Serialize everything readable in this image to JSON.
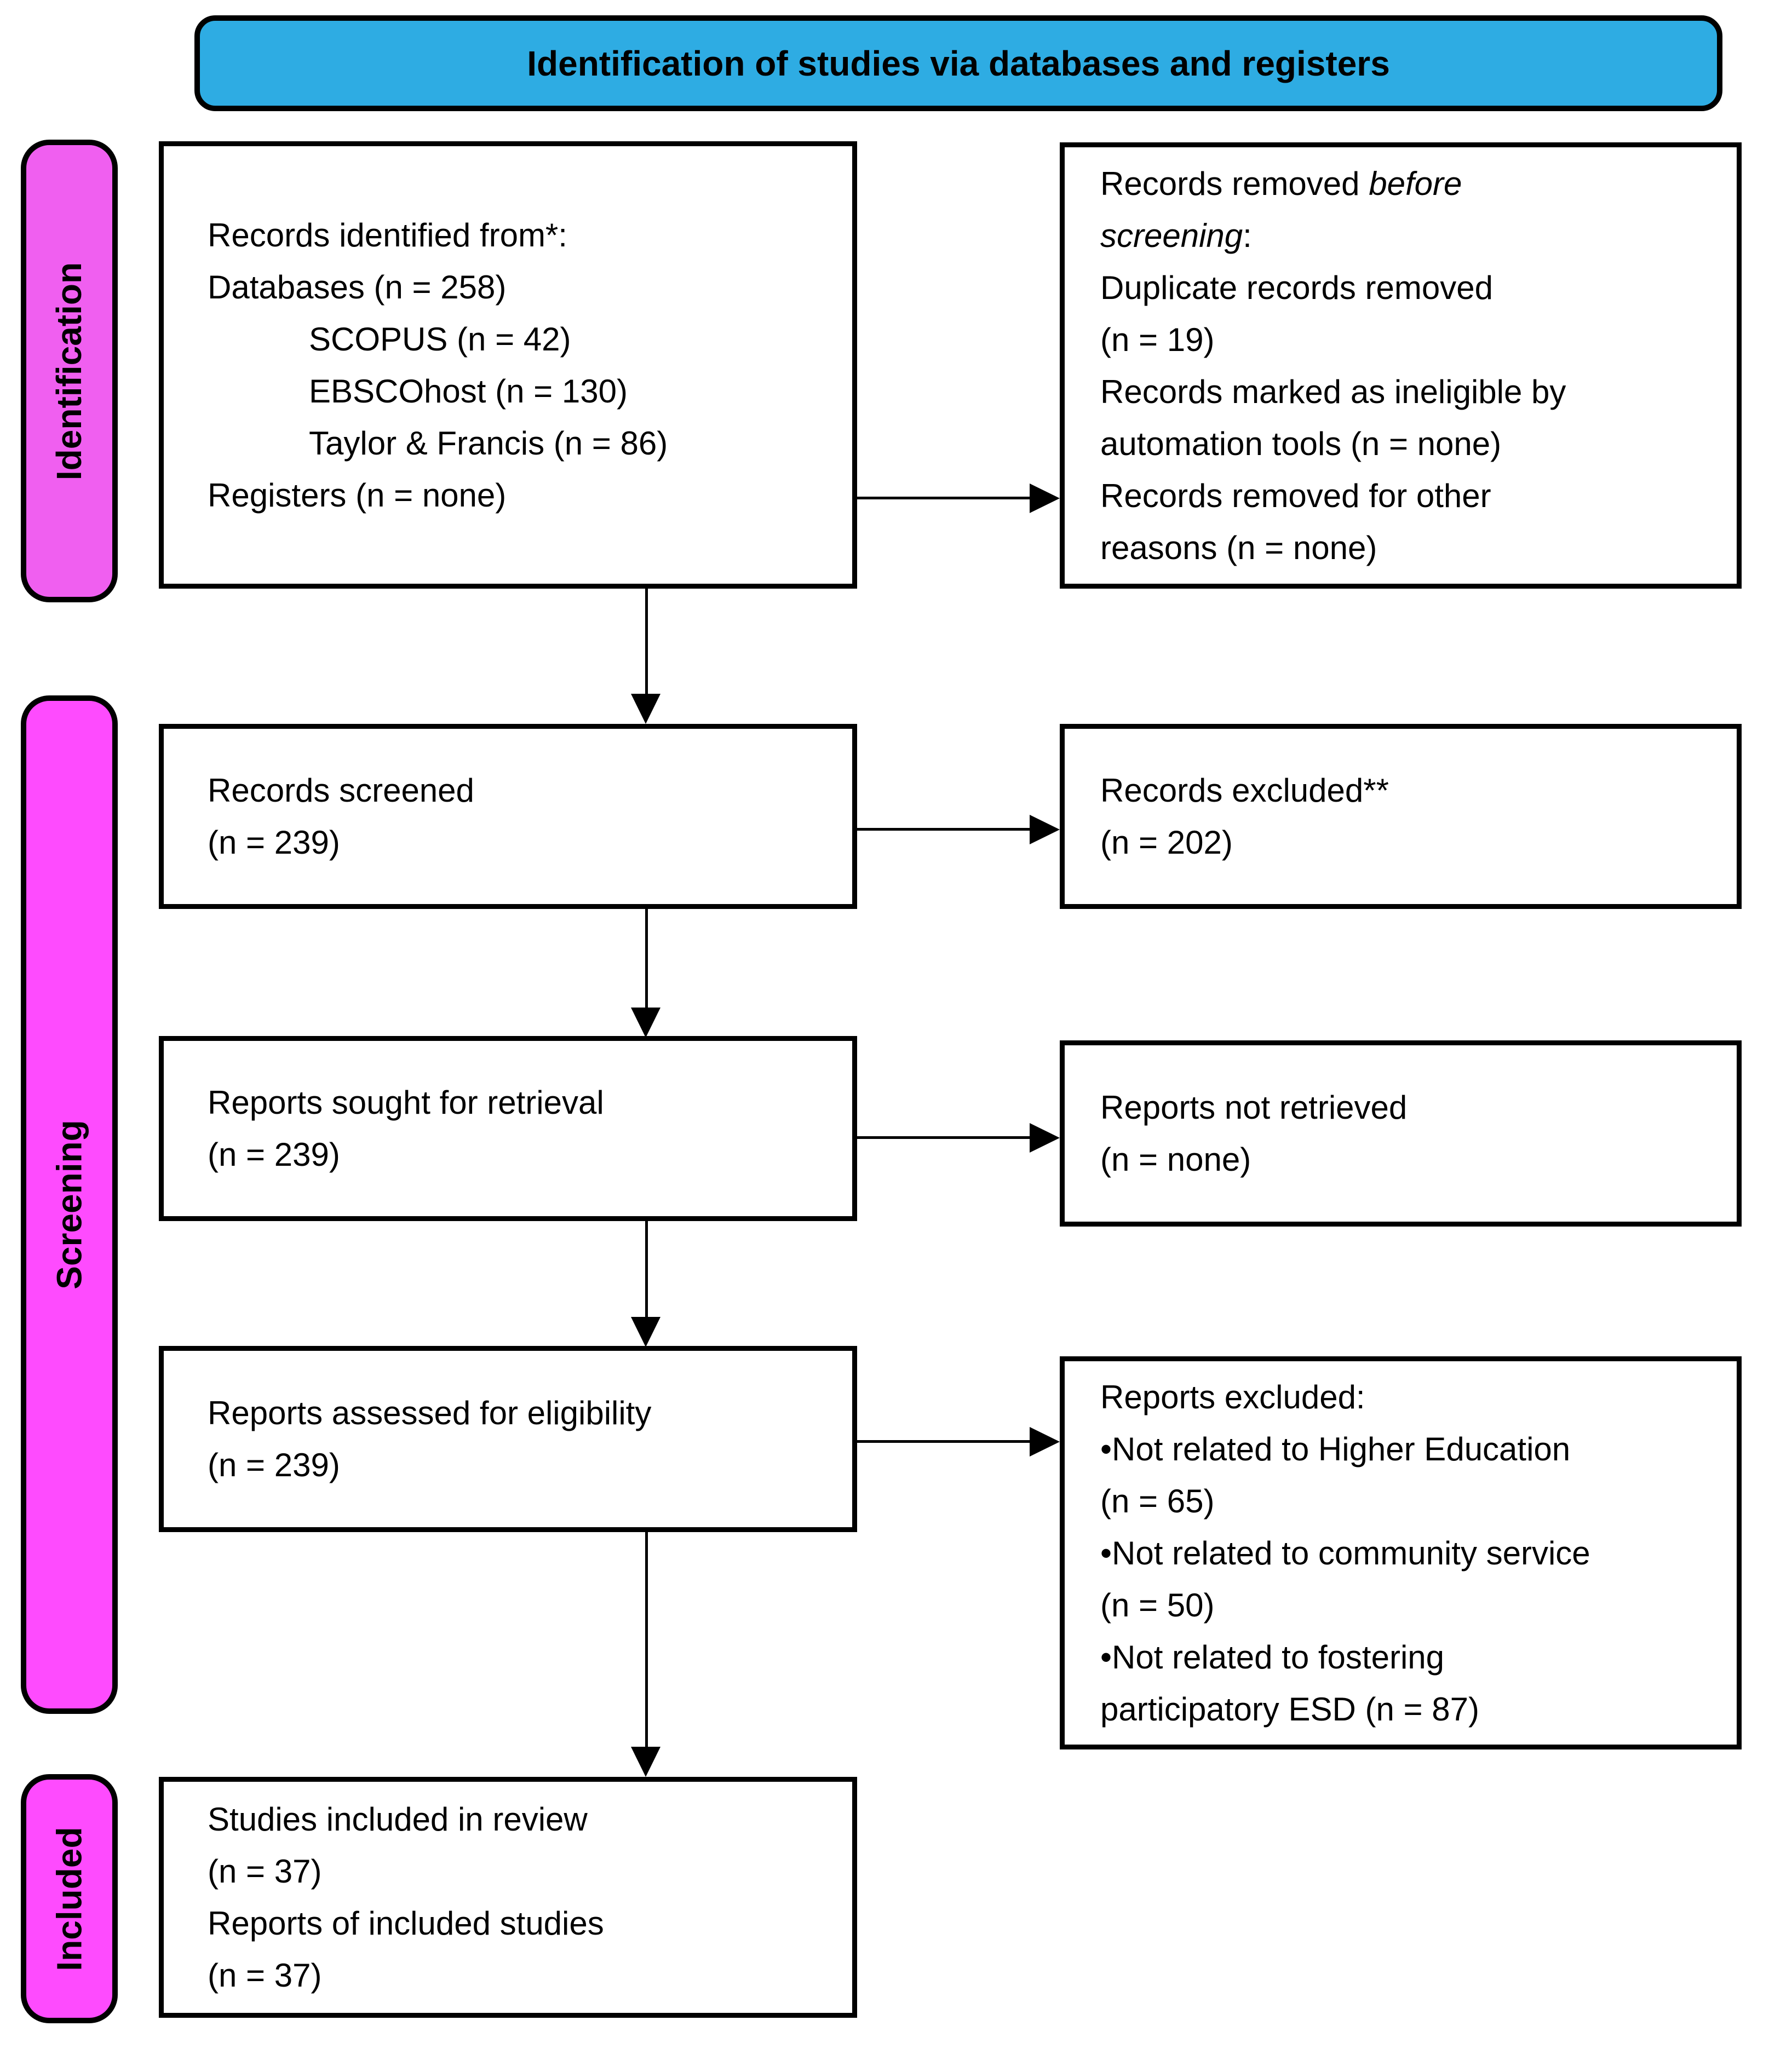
{
  "page": {
    "background": "#ffffff"
  },
  "colors": {
    "header_fill": "#2EACE3",
    "identification_fill": "#F05FF0",
    "screening_fill": "#FE4BFE",
    "included_fill": "#FE4BFE",
    "box_border": "#000000",
    "text": "#000000"
  },
  "header": {
    "title": "Identification of studies via databases and registers"
  },
  "stages": [
    {
      "label": "Identification"
    },
    {
      "label": "Screening"
    },
    {
      "label": "Included"
    }
  ],
  "boxes": {
    "records_identified": {
      "lines": [
        "Records identified from*:",
        "Databases (n = 258)",
        "SCOPUS (n = 42)",
        "EBSCOhost (n = 130)",
        "Taylor & Francis (n = 86)",
        "Registers (n = none)"
      ]
    },
    "records_removed": {
      "line1_normal": "Records removed ",
      "line1_italic": "before",
      "line2_italic": "screening",
      "line2_normal": ":",
      "lines": [
        "Duplicate records removed",
        "(n = 19)",
        "Records marked as ineligible by",
        "automation tools (n = none)",
        "Records removed for other",
        "reasons (n = none)"
      ]
    },
    "records_screened": {
      "lines": [
        "Records screened",
        "(n = 239)"
      ]
    },
    "records_excluded": {
      "lines": [
        "Records excluded**",
        "(n = 202)"
      ]
    },
    "reports_sought": {
      "lines": [
        "Reports sought for retrieval",
        "(n = 239)"
      ]
    },
    "reports_not_retrieved": {
      "lines": [
        "Reports not retrieved",
        "(n = none)"
      ]
    },
    "reports_assessed": {
      "lines": [
        "Reports assessed for eligibility",
        "(n = 239)"
      ]
    },
    "reports_excluded": {
      "lines": [
        "Reports excluded:",
        "•Not related to Higher Education",
        "(n = 65)",
        "•Not related to community service",
        "(n = 50)",
        "•Not related to fostering",
        "participatory ESD (n = 87)"
      ]
    },
    "studies_included": {
      "lines": [
        "Studies included in review",
        "(n = 37)",
        "Reports of included studies",
        "(n = 37)"
      ]
    }
  }
}
